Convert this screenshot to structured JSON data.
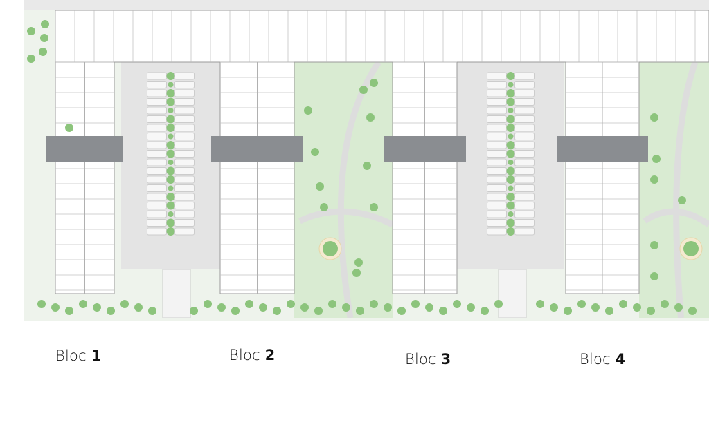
{
  "labels": [
    {
      "prefix": "Bloc",
      "number": "1"
    },
    {
      "prefix": "Bloc",
      "number": "2"
    },
    {
      "prefix": "Bloc",
      "number": "3"
    },
    {
      "prefix": "Bloc",
      "number": "4"
    }
  ],
  "colors": {
    "ground": "#eef3ec",
    "lawn": "#d9ebd2",
    "tree": "#8cc47c",
    "parking": "#e4e4e4",
    "core": "#8a8d91",
    "wall": "#9a9a9a",
    "path": "#e8e8e8"
  }
}
